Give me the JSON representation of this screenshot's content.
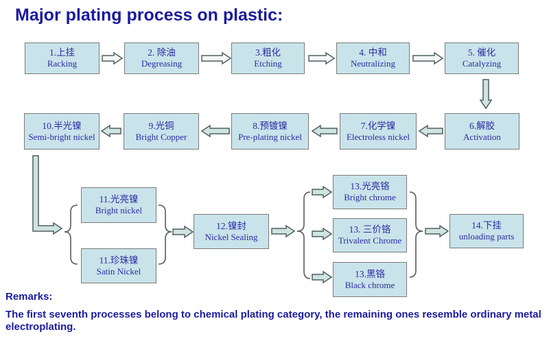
{
  "title": "Major plating process on plastic:",
  "boxes": [
    {
      "cn": "1.上挂",
      "en": "Racking"
    },
    {
      "cn": "2. 除油",
      "en": "Degreasing"
    },
    {
      "cn": "3.粗化",
      "en": "Etching"
    },
    {
      "cn": "4. 中和",
      "en": "Neutralizing"
    },
    {
      "cn": "5. 催化",
      "en": "Catalyzing"
    },
    {
      "cn": "6.解胶",
      "en": "Activation"
    },
    {
      "cn": "7.化学镍",
      "en": "Electroless nickel"
    },
    {
      "cn": "8.预镀镍",
      "en": "Pre-plating nickel"
    },
    {
      "cn": "9.光铜",
      "en": "Bright Copper"
    },
    {
      "cn": "10.半光镍",
      "en": "Semi-bright nickel"
    },
    {
      "cn": "11.光亮镍",
      "en": "Bright nickel"
    },
    {
      "cn": "11.珍珠镍",
      "en": "Satin Nickel"
    },
    {
      "cn": "12.镍封",
      "en": "Nickel Sealing"
    },
    {
      "cn": "13.光亮铬",
      "en": "Bright chrome"
    },
    {
      "cn": "13. 三价铬",
      "en": "Trivalent Chrome"
    },
    {
      "cn": "13.黑铬",
      "en": "Black chrome"
    },
    {
      "cn": "14.下挂",
      "en": "unloading parts"
    }
  ],
  "remarks": {
    "heading": "Remarks:",
    "body": "The first seventh processes belong to chemical plating category, the remaining ones resemble ordinary metal electroplating."
  },
  "colors": {
    "title_text": "#1b1b9e",
    "box_text": "#2b2ba3",
    "box_fill": "#c9e3ea",
    "box_border": "#7a7a7a",
    "arrow_fill_white": "#f4f8f8",
    "arrow_fill_blue": "#cfe4e1",
    "arrow_stroke": "#4f5f5f"
  }
}
